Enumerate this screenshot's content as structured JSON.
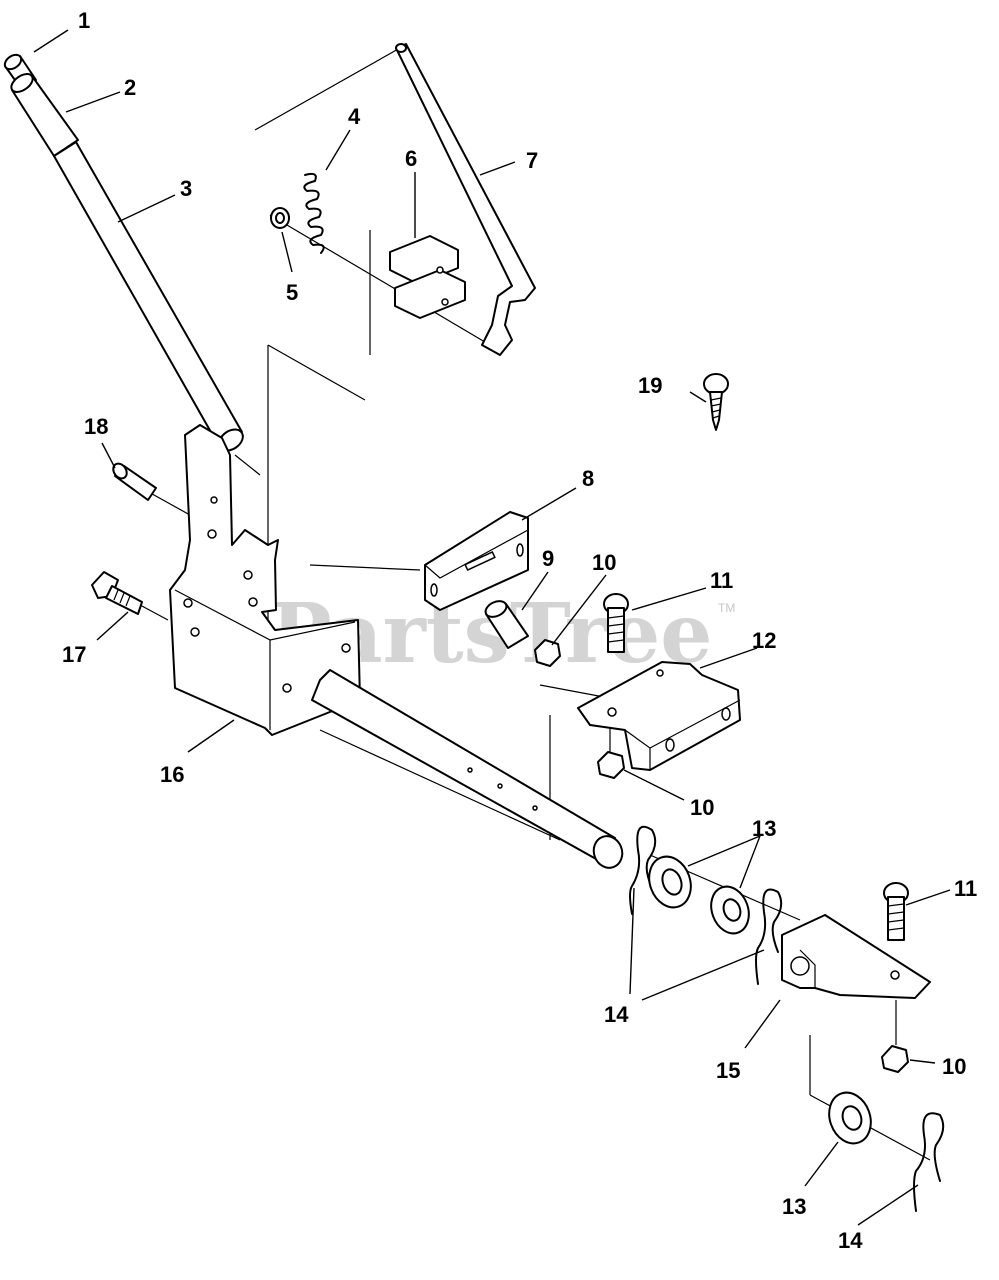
{
  "watermark": {
    "text": "PartsTree",
    "trademark": "TM"
  },
  "callouts": {
    "c1": "1",
    "c2": "2",
    "c3": "3",
    "c4": "4",
    "c5": "5",
    "c6": "6",
    "c7": "7",
    "c8": "8",
    "c9": "9",
    "c10a": "10",
    "c10b": "10",
    "c10c": "10",
    "c11a": "11",
    "c11b": "11",
    "c12": "12",
    "c13a": "13",
    "c13b": "13",
    "c14a": "14",
    "c14b": "14",
    "c15": "15",
    "c16": "16",
    "c17": "17",
    "c18": "18",
    "c19": "19"
  }
}
